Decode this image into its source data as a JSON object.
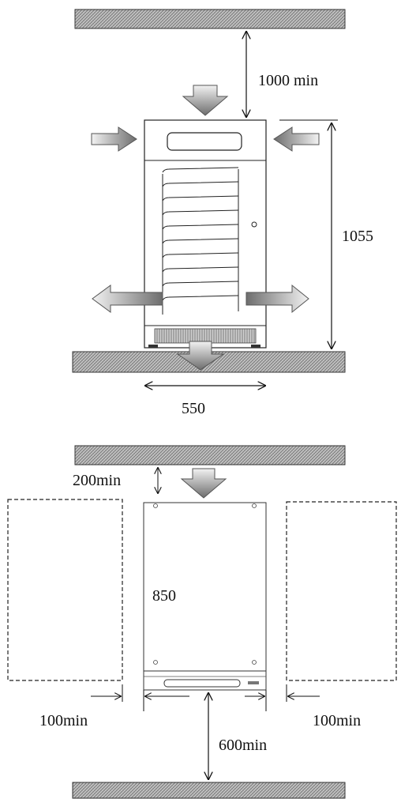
{
  "labels": {
    "top_clearance": "1000 min",
    "height": "1055",
    "width": "550",
    "rear_clearance": "200min",
    "depth": "850",
    "left_side_clearance": "100min",
    "right_side_clearance": "100min",
    "front_clearance": "600min"
  },
  "colors": {
    "line": "#111111",
    "wall": "#a8a8a8",
    "arrow_fill": "#b8b8b8",
    "arrow_dark": "#777777"
  }
}
